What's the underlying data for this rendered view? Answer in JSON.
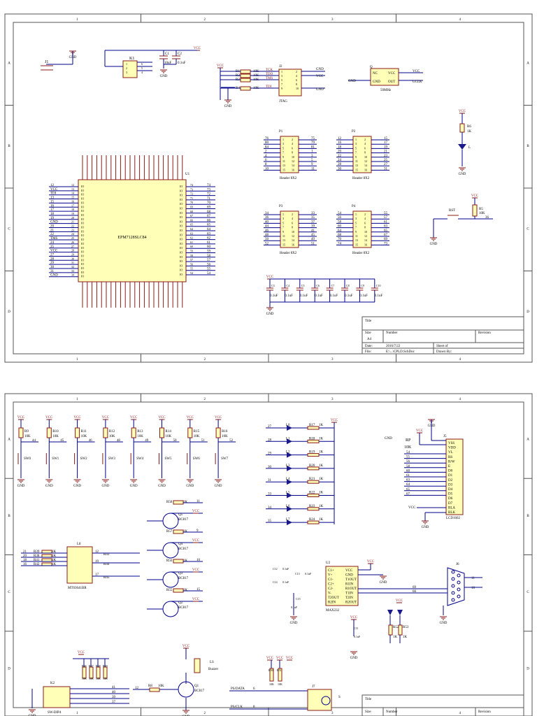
{
  "sheet1": {
    "cols": [
      "1",
      "2",
      "3",
      "4"
    ],
    "rows": [
      "A",
      "B",
      "C",
      "D"
    ],
    "cpld": {
      "ref": "U1",
      "part": "EPM7128SLC84"
    },
    "jtag": {
      "ref": "J2",
      "label": "JTAG",
      "signals": [
        "TCK",
        "TDO",
        "TMS",
        "TDI"
      ],
      "resistors": [
        "R1",
        "R2",
        "R3",
        "R4"
      ],
      "value": "10K",
      "gnd": "GND",
      "vcc": "VCC"
    },
    "osc": {
      "ref": "Q",
      "label": "50MHz",
      "pins": [
        "NC",
        "VCC",
        "GND",
        "OUT"
      ],
      "net": "GCLK"
    },
    "power_in": {
      "jack": "J1",
      "switch": "K1",
      "cap1": "C1",
      "cap1_val": "10uF",
      "cap2": "C2",
      "cap2_val": "0.1uF"
    },
    "headers": [
      {
        "ref": "P1",
        "label": "Header 8X2",
        "left": [
          "76",
          "80",
          "84",
          "2",
          "4",
          "6",
          "8",
          "10"
        ],
        "right": [
          "75",
          "79",
          "81",
          "1",
          "3",
          "5",
          "9",
          "11"
        ]
      },
      {
        "ref": "P2",
        "label": "Header 8X2",
        "left": [
          "12",
          "16",
          "18",
          "20",
          "22",
          "24",
          "28",
          "30"
        ],
        "right": [
          "15",
          "17",
          "19",
          "21",
          "23",
          "25",
          "27",
          "31"
        ]
      },
      {
        "ref": "P3",
        "label": "Header 8X2",
        "left": [
          "34",
          "36",
          "40",
          "44",
          "46",
          "48",
          "50",
          "52"
        ],
        "right": [
          "33",
          "35",
          "37",
          "39",
          "41",
          "45",
          "49",
          "51"
        ]
      },
      {
        "ref": "P4",
        "label": "Header 8X2",
        "left": [
          "54",
          "56",
          "58",
          "60",
          "64",
          "68",
          "70",
          "74"
        ],
        "right": [
          "55",
          "57",
          "61",
          "63",
          "65",
          "67",
          "69",
          "73"
        ]
      }
    ],
    "led_power": {
      "resistor": "R6",
      "value": "1K",
      "led": "L"
    },
    "reset": {
      "switch": "RST",
      "resistor": "R5",
      "value": "10K",
      "net": "36"
    },
    "decoupling": {
      "caps": [
        "C3",
        "C4",
        "C5",
        "C6",
        "C7",
        "C8",
        "C9",
        "C10"
      ],
      "value": "0.1uF"
    },
    "title_block": {
      "title": "Title",
      "size_label": "Size",
      "size": "A4",
      "number_label": "Number",
      "revision_label": "Revision",
      "date_label": "Date:",
      "date": "2016/7/22",
      "file_label": "File:",
      "file": "E:\\...\\CPLD.SchDoc",
      "sheet_label": "Sheet of",
      "drawn_label": "Drawn By:"
    }
  },
  "sheet2": {
    "switches": [
      {
        "r": "R9",
        "sw": "SW0",
        "net": "44"
      },
      {
        "r": "R10",
        "sw": "SW1",
        "net": "45"
      },
      {
        "r": "R11",
        "sw": "SW2",
        "net": "46"
      },
      {
        "r": "R12",
        "sw": "SW3",
        "net": "48"
      },
      {
        "r": "R13",
        "sw": "SW4",
        "net": "49"
      },
      {
        "r": "R14",
        "sw": "SW5",
        "net": "50"
      },
      {
        "r": "R15",
        "sw": "SW6",
        "net": "51"
      },
      {
        "r": "R16",
        "sw": "SW7",
        "net": "52"
      }
    ],
    "switch_r_value": "10K",
    "leds": [
      {
        "net": "27",
        "led": "L0",
        "r": "R17"
      },
      {
        "net": "28",
        "led": "L1",
        "r": "R18"
      },
      {
        "net": "29",
        "led": "L2",
        "r": "R19"
      },
      {
        "net": "30",
        "led": "L3",
        "r": "R20"
      },
      {
        "net": "31",
        "led": "L4",
        "r": "R21"
      },
      {
        "net": "33",
        "led": "L5",
        "r": "R22"
      },
      {
        "net": "34",
        "led": "L6",
        "r": "R23"
      },
      {
        "net": "35",
        "led": "L7",
        "r": "R24"
      }
    ],
    "led_r_value": "1K",
    "seg": {
      "ref": "L8",
      "part": "MT03641BR"
    },
    "transistors": [
      {
        "q": "Q5",
        "r": "R58",
        "net": "11"
      },
      {
        "q": "Q4",
        "r": "R57",
        "net": "9"
      },
      {
        "q": "Q3",
        "r": "R56",
        "net": "10"
      },
      {
        "q": "Q2",
        "r": "R55",
        "net": "15"
      }
    ],
    "transistor_part": "BC817",
    "lcd": {
      "ref": "J5",
      "part": "LCD1602",
      "rp": "RP",
      "rp_val": "10K",
      "pins": [
        "VSS",
        "VDD",
        "VL",
        "RS",
        "R/W",
        "E",
        "D0",
        "D1",
        "D2",
        "D3",
        "D4",
        "D5",
        "D6",
        "D7",
        "BLA",
        "BLK"
      ],
      "nets": [
        "54",
        "55",
        "56",
        "58",
        "60",
        "61",
        "63",
        "64",
        "65",
        "67"
      ]
    },
    "max232": {
      "ref": "U2",
      "part": "MAX232",
      "left": [
        "C1+",
        "V+",
        "C1-",
        "C2+",
        "C2-",
        "V-",
        "T2OUT",
        "R2IN"
      ],
      "right": [
        "VCC",
        "GND",
        "T1OUT",
        "R1IN",
        "R1OUT",
        "T1IN",
        "T2IN",
        "R2OUT"
      ],
      "caps": [
        "C12",
        "C13",
        "C14",
        "C15",
        "C11"
      ],
      "cap_val": "0.1uF",
      "nets": [
        "69",
        "66"
      ]
    },
    "db9": {
      "ref": "J6",
      "nets": [
        "11",
        "10"
      ]
    },
    "rx_leds": {
      "r": [
        "R52",
        "R53"
      ],
      "value": "1K"
    },
    "buzzer": {
      "ref": "LS",
      "label": "Buzzer",
      "q": "Q1",
      "r": "R8",
      "r_val": "10K",
      "net": "12"
    },
    "dip": {
      "ref": "K2",
      "part": "SW-DIP4",
      "r": [
        "R46",
        "R47",
        "R48",
        "R49"
      ],
      "r_val": "10K",
      "nets": [
        "41",
        "40",
        "39",
        "37"
      ]
    },
    "ps2": {
      "ref": "J7",
      "data": "PS/DATA",
      "clk": "PS/CLK",
      "data_net": "6",
      "clk_net": "8",
      "r": [
        "R50",
        "R51"
      ],
      "r_val": "10K"
    },
    "title_block": {
      "title": "Title",
      "size_label": "Size",
      "number_label": "Number",
      "revision_label": "Revision"
    }
  }
}
